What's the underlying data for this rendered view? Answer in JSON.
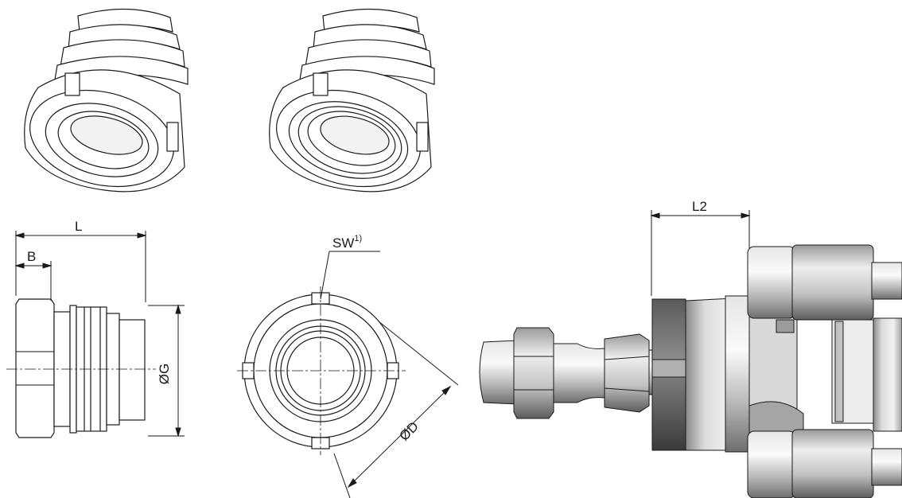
{
  "labels": {
    "L": "L",
    "B": "B",
    "G": "ØG",
    "SW": "SW",
    "SW_sup": "1)",
    "D": "ØD",
    "L2": "L2"
  }
}
